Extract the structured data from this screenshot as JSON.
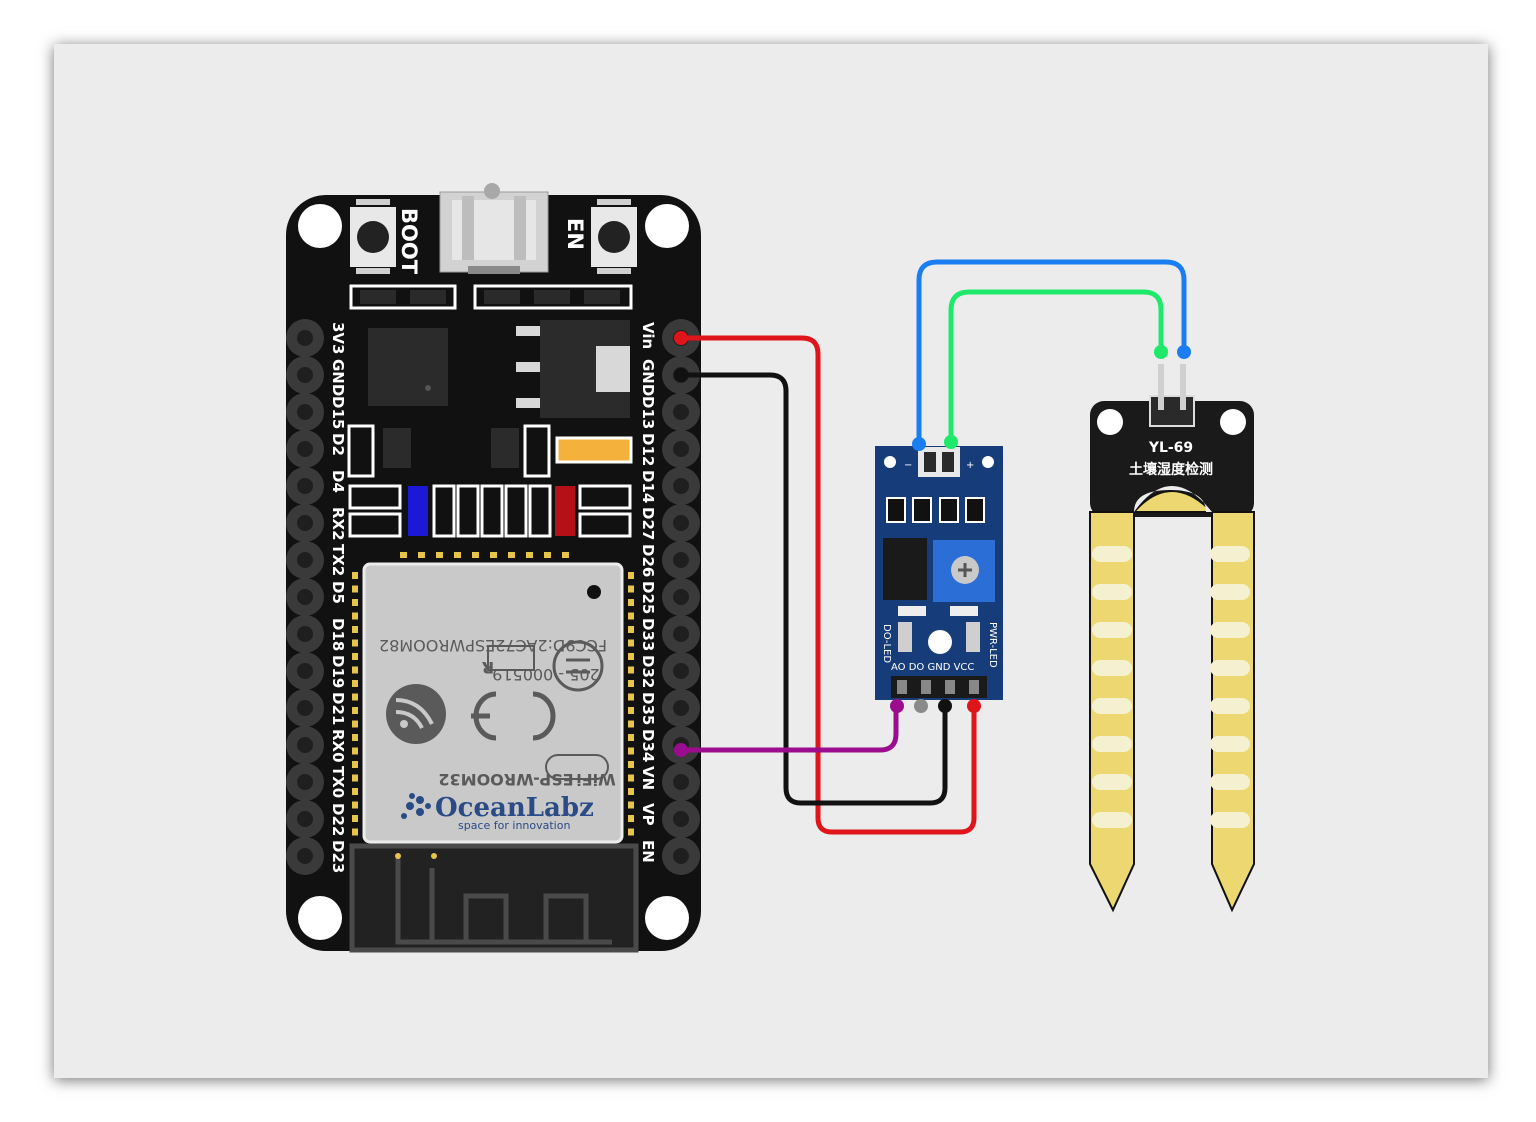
{
  "esp32": {
    "buttons": {
      "boot": "BOOT",
      "en": "EN"
    },
    "left_pins": [
      "3V3",
      "GND",
      "D15",
      "D2",
      "D4",
      "RX2",
      "TX2",
      "D5",
      "D18",
      "D19",
      "D21",
      "RX0",
      "TX0",
      "D22",
      "D23"
    ],
    "right_pins": [
      "Vin",
      "GND",
      "D13",
      "D12",
      "D14",
      "D27",
      "D26",
      "D25",
      "D33",
      "D32",
      "D35",
      "D34",
      "VN",
      "VP",
      "EN"
    ],
    "module": {
      "fcc": "FCC9D:2AC72ESPWROOM82",
      "cert": "205 - 000519",
      "r_mark": "R",
      "model": "ESP-WROOM32",
      "wifi": "WiFi",
      "brand": "OceanLabz",
      "tagline": "space for innovation"
    }
  },
  "comparator": {
    "top_minus": "−",
    "top_plus": "+",
    "pins": [
      "AO",
      "DO",
      "GND",
      "VCC"
    ],
    "pins_text": "AO  DO GND VCC",
    "led_left": "DO-LED",
    "led_right": "PWR-LED"
  },
  "probe": {
    "model": "YL-69",
    "chinese": "土壤湿度检测"
  },
  "wires": [
    {
      "from": "Vin",
      "to": "VCC",
      "color": "#e0141b"
    },
    {
      "from": "GND",
      "to": "GND",
      "color": "#111111"
    },
    {
      "from": "D34",
      "to": "AO",
      "color": "#9b0d8e"
    },
    {
      "from": "comparator-",
      "to": "probe-right",
      "color": "#1a7ef2"
    },
    {
      "from": "comparator+",
      "to": "probe-left",
      "color": "#1ee96a"
    }
  ]
}
